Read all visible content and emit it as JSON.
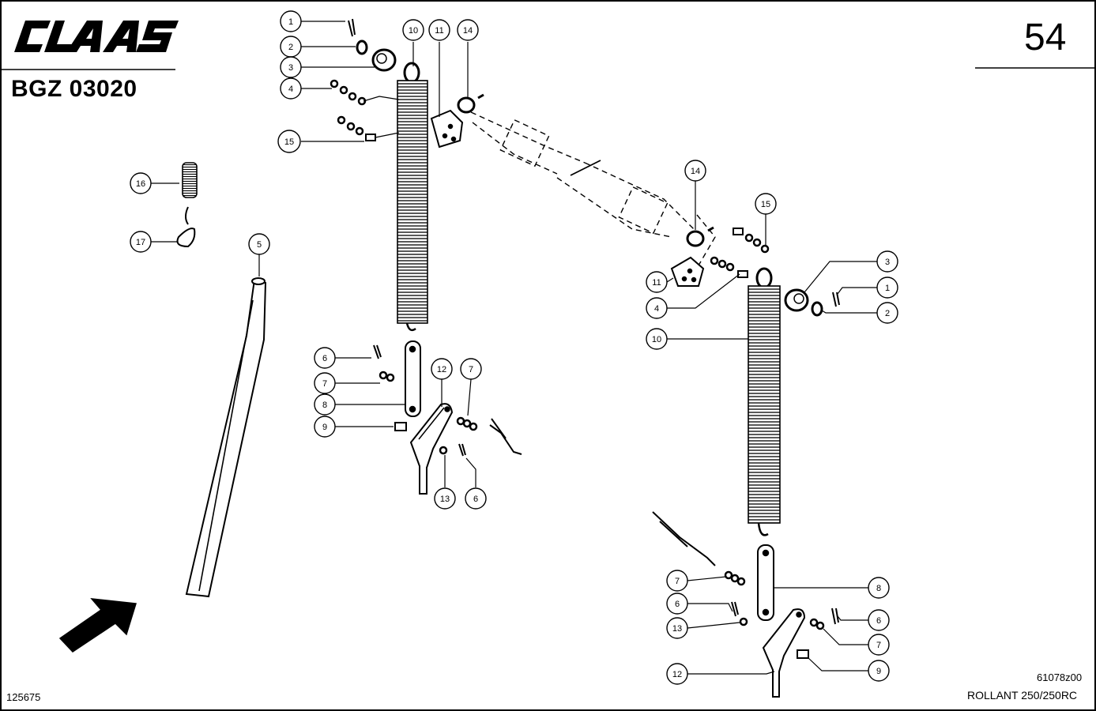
{
  "header": {
    "brand": "CLAAS",
    "doc_number": "BGZ 03020",
    "page_number": "54"
  },
  "footer": {
    "drawing_number": "61078z00",
    "model": "ROLLANT 250/250RC",
    "image_number": "125675"
  },
  "callouts": [
    {
      "id": "c1a",
      "label": "1"
    },
    {
      "id": "c2a",
      "label": "2"
    },
    {
      "id": "c3a",
      "label": "3"
    },
    {
      "id": "c4a",
      "label": "4"
    },
    {
      "id": "c15a",
      "label": "15"
    },
    {
      "id": "c10a",
      "label": "10"
    },
    {
      "id": "c11a",
      "label": "11"
    },
    {
      "id": "c14a",
      "label": "14"
    },
    {
      "id": "c16",
      "label": "16"
    },
    {
      "id": "c17",
      "label": "17"
    },
    {
      "id": "c5",
      "label": "5"
    },
    {
      "id": "c6a",
      "label": "6"
    },
    {
      "id": "c7a",
      "label": "7"
    },
    {
      "id": "c8a",
      "label": "8"
    },
    {
      "id": "c9a",
      "label": "9"
    },
    {
      "id": "c12a",
      "label": "12"
    },
    {
      "id": "c7b",
      "label": "7"
    },
    {
      "id": "c13a",
      "label": "13"
    },
    {
      "id": "c6b",
      "label": "6"
    },
    {
      "id": "c14b",
      "label": "14"
    },
    {
      "id": "c15b",
      "label": "15"
    },
    {
      "id": "c3b",
      "label": "3"
    },
    {
      "id": "c1b",
      "label": "1"
    },
    {
      "id": "c11b",
      "label": "11"
    },
    {
      "id": "c4b",
      "label": "4"
    },
    {
      "id": "c2b",
      "label": "2"
    },
    {
      "id": "c10b",
      "label": "10"
    },
    {
      "id": "c7c",
      "label": "7"
    },
    {
      "id": "c8b",
      "label": "8"
    },
    {
      "id": "c6c",
      "label": "6"
    },
    {
      "id": "c6d",
      "label": "6"
    },
    {
      "id": "c13b",
      "label": "13"
    },
    {
      "id": "c7d",
      "label": "7"
    },
    {
      "id": "c9b",
      "label": "9"
    },
    {
      "id": "c12b",
      "label": "12"
    }
  ]
}
